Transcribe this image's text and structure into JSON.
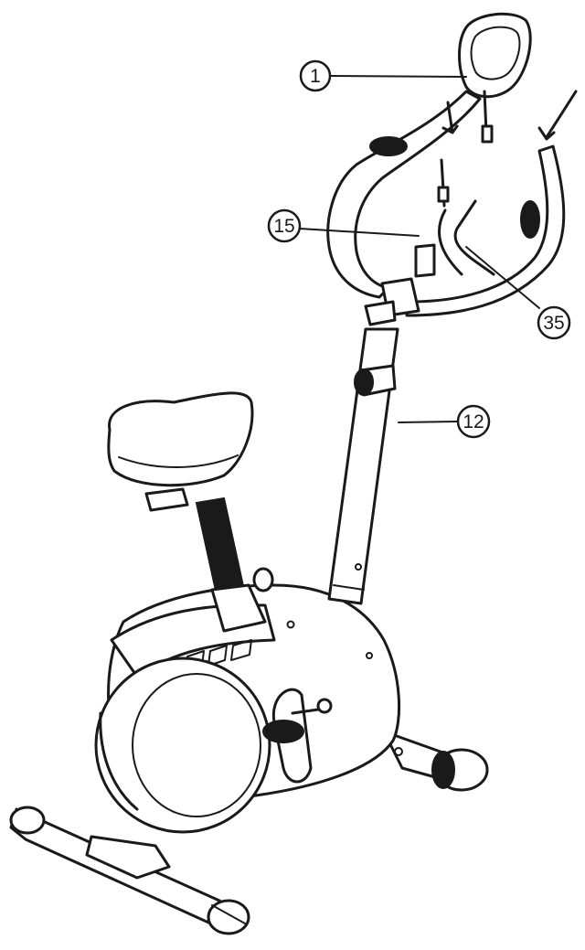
{
  "callouts": [
    {
      "id": "part-1",
      "label": "1"
    },
    {
      "id": "part-15",
      "label": "15"
    },
    {
      "id": "part-35",
      "label": "35"
    },
    {
      "id": "part-12",
      "label": "12"
    }
  ],
  "colors": {
    "line": "#1a1a1a",
    "paper": "#ffffff"
  }
}
